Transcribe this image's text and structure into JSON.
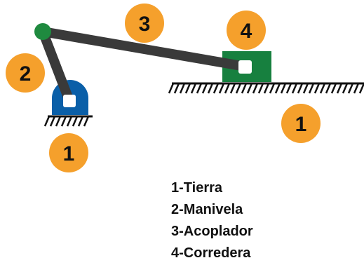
{
  "colors": {
    "badge": "#f5a02c",
    "link": "#3a3a3a",
    "ground": "#111111",
    "crank_pivot": "#0a5fa8",
    "slider": "#17803f",
    "joint": "#1f8a3f"
  },
  "badges": {
    "ground_left": "1",
    "crank": "2",
    "coupler": "3",
    "slider": "4",
    "ground_right": "1"
  },
  "legend": [
    "1-Tierra",
    "2-Manivela",
    "3-Acoplador",
    "4-Corredera"
  ]
}
